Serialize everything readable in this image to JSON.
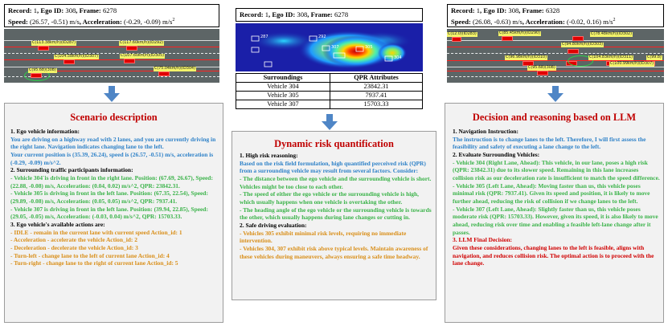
{
  "left": {
    "header": {
      "record_label": "Record:",
      "record": "1",
      "ego_label": ", Ego ID:",
      "ego": "308",
      "frame_label": ", Frame:",
      "frame": "6278",
      "speed_label": "Speed:",
      "speed": "(26.57, -0.51) m/s",
      "acc_label": ", Acceleration:",
      "acc": "(-0.29, -0.09) m/s",
      "sup": "2"
    },
    "tags": [
      "C(113.38km/h)(ID287)",
      "C(117.60km/h)(ID292)",
      "C(104.58km/h)(ID307)",
      "C(107.60km/h)(ID305)",
      "C(95.68)(308)",
      "C(75.04km/h)(ID304)"
    ],
    "panel": {
      "title": "Scenario description",
      "s1": "1. Ego vehicle information:",
      "s1a": "You are driving on a highway road with 2 lanes, and you are currently driving in the right lane. Navigation indicates changing lane to the left.",
      "s1b": "Your current position is (35.39, 26.24), speed is (26.57, -0.51) m/s, acceleration is (-0.29, -0.09) m/s^2.",
      "s2": "2. Surrounding traffic participants information:",
      "s2a": "- Vehicle 304`is driving in front in the right lane. Position: (67.69, 26.67), Speed: (22.88, -0.08) m/s, Acceleration: (0.04, 0.02) m/s^2, QPR: 23842.31.",
      "s2b": "- Vehicle 305 is driving in front in the left lane. Position: (67.35, 22.54), Speed: (29.89, -0.08) m/s, Acceleration: (0.05, 0.05) m/s^2, QPR: 7937.41.",
      "s2c": "- Vehicle 307 is driving in front in the left lane. Position: (39.94, 22.85), Speed: (29.05, -0.05) m/s, Acceleration: (-0.03, 0.04) m/s^2, QPR: 15703.33.",
      "s3": "3. Ego vehicle's available actions are:",
      "actions": [
        "- IDLE - remain in the current lane with current speed Action_id: 1",
        "- Acceleration - accelerate the vehicle Action_id: 2",
        "- Deceleration - decelerate the vehicle Action_id: 3",
        "- Turn-left - change lane to the left of current lane Action_id: 4",
        "- Turn-right - change lane to the right of current lane Action_id: 5"
      ]
    }
  },
  "middle": {
    "header": {
      "record_label": "Record:",
      "record": "1",
      "ego_label": ", Ego ID:",
      "ego": "308",
      "frame_label": ", Frame:",
      "frame": "6278"
    },
    "heat_labels": [
      "287",
      "292",
      "307",
      "305",
      "304"
    ],
    "table": {
      "head": [
        "Surroundings",
        "QPR Attributes"
      ],
      "rows": [
        [
          "Vehicle 304",
          "23842.31"
        ],
        [
          "Vehicle 305",
          "7937.41"
        ],
        [
          "Vehicle 307",
          "15703.33"
        ]
      ]
    },
    "panel": {
      "title": "Dynamic risk quantification",
      "s1": "1. High risk reasoning:",
      "s1a": "Based on the risk field formulation, high quantified perceived risk (QPR) from a surrounding vehicle may result from several factors. Consider:",
      "s1b": "- The distance between the ego vehicle and the surrounding vehicle is short. Vehicles might be too close to each other.",
      "s1c": "- The speed of either the ego vehicle or the surrounding vehicle is high, which usually happens when one vehicle is overtaking the other.",
      "s1d": "- The heading angle of the ego vehicle or the surrounding vehicle is towards the other, which usually happens during lane changes or cutting in.",
      "s2": "2. Safe driving evaluation:",
      "s2a": "- Vehicles 305 exhibit minimal risk levels, requiring no immediate intervention.",
      "s2b": "- Vehicles 304, 307 exhibit risk above typical levels. Maintain awareness of these vehicles during maneuvers, always ensuring a safe time headway."
    }
  },
  "right": {
    "header": {
      "record_label": "Record:",
      "record": "1",
      "ego_label": ", Ego ID:",
      "ego": "308",
      "frame_label": ", Frame:",
      "frame": "6328",
      "speed_label": "Speed:",
      "speed": "(26.08, -0.63) m/s",
      "acc_label": ", Acceleration:",
      "acc": "(-0.02, 0.16) m/s",
      "sup": "2"
    },
    "tags": [
      "C(12.0)(ID283)",
      "C(85.45km/h)(ID290)",
      "C(78.48km/h)(ID302)",
      "C(94.80km/h)(ID303)",
      "C(96.98km/h)(ID310)",
      "C(104.83km/h)(ID311)",
      "C(100.99km/h)(ID307)",
      "C(99.8)",
      "C(95.68)(308)"
    ],
    "panel": {
      "title": "Decision and reasoning based on LLM",
      "s1": "1. Navigation Instruction:",
      "s1a": "The instruction is to change lanes to the left. Therefore, I will first assess the feasibility and safety of executing a lane change to the left.",
      "s2": "2. Evaluate Surrounding Vehicles:",
      "s2a": "- Vehicle 304 (Right Lane, Ahead): This vehicle, in our lane, poses a high risk (QPR: 23842.31) due to its slower speed. Remaining in this lane increases collision risk as our deceleration rate is insufficient to match the speed difference.",
      "s2b": "- Vehicle 305 (Left Lane, Ahead): Moving faster than us, this vehicle poses minimal risk (QPR: 7937.41). Given its speed and position, it is likely to move further ahead, reducing the risk of collision if we change lanes to the left.",
      "s2c": "- Vehicle 307 (Left Lane, Ahead): Slightly faster than us, this vehicle poses moderate risk (QPR: 15703.33). However, given its speed, it is also likely to move ahead, reducing risk over time and enabling a feasible left-lane change after it passes.",
      "s3": "3. LLM Final Decision:",
      "s3a": "Given these considerations, changing lanes to the left is feasible, aligns with navigation, and reduces collision risk. The optimal action is to proceed with the lane change."
    }
  },
  "colors": {
    "title_red": "#c00000",
    "blue": "#2f82c8",
    "green": "#3bb34a",
    "orange": "#d98f1a",
    "arrow": "#4f86c6"
  }
}
